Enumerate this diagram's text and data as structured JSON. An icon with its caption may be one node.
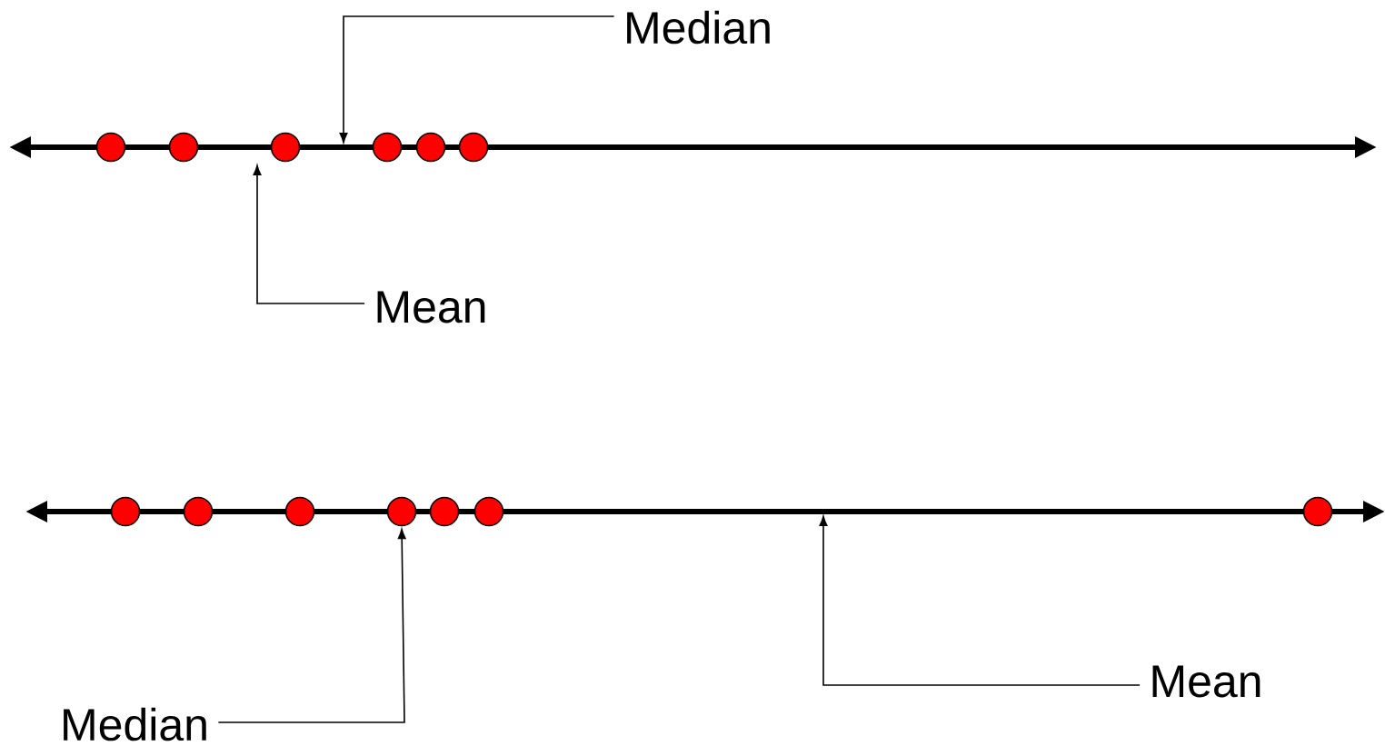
{
  "diagram": {
    "nodes": [
      {
        "text": [
          "Median"
        ]
      },
      {
        "text": [],
        "shape": "circle"
      },
      {
        "text": [],
        "shape": "circle"
      },
      {
        "text": [],
        "shape": "circle"
      },
      {
        "text": [],
        "shape": "circle"
      },
      {
        "text": [],
        "shape": "circle"
      },
      {
        "text": [],
        "shape": "circle"
      },
      {
        "text": [
          "Mean"
        ]
      },
      {
        "text": [],
        "shape": "circle"
      },
      {
        "text": [],
        "shape": "circle"
      },
      {
        "text": [],
        "shape": "circle"
      },
      {
        "text": [],
        "shape": "circle"
      },
      {
        "text": [],
        "shape": "circle"
      },
      {
        "text": [],
        "shape": "circle"
      },
      {
        "text": [],
        "shape": "circle"
      },
      {
        "text": [
          "Mean"
        ]
      },
      {
        "text": [
          "Median"
        ]
      }
    ],
    "edges": [
      {
        "from": 0,
        "to": null,
        "arrow": "to"
      },
      {
        "from": 7,
        "to": null,
        "arrow": "to"
      },
      {
        "from": 16,
        "to": 11,
        "arrow": "to"
      },
      {
        "from": 15,
        "to": null,
        "arrow": "to"
      }
    ]
  }
}
